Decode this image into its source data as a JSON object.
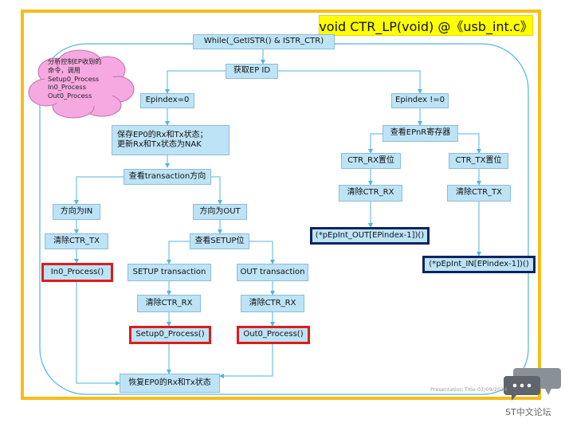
{
  "title": "void CTR_LP(void) @《usb_int.c》",
  "note": [
    "分析控制EP收到的",
    "命令，调用",
    "Setup0_Process",
    "In0_Process",
    "Out0_Process"
  ],
  "nodes": {
    "while": "While(_GetISTR() & ISTR_CTR)",
    "get_ep_id": "获取EP ID",
    "ep0": "Epindex=0",
    "epn": "Epindex !=0",
    "save_state_1": "保存EP0的Rx和Tx状态；",
    "save_state_2": "更新Rx和Tx状态为NAK",
    "check_direction": "查看transaction方向",
    "dir_in": "方向为IN",
    "dir_out": "方向为OUT",
    "clear_tx_in": "清除CTR_TX",
    "in0_process": "In0_Process()",
    "check_setup": "查看SETUP位",
    "setup_transaction": "SETUP transaction",
    "out_transaction": "OUT transaction",
    "clear_rx_setup": "清除CTR_RX",
    "clear_rx_out": "清除CTR_RX",
    "setup0_process": "Setup0_Process()",
    "out0_process": "Out0_Process()",
    "restore_state": "恢复EP0的Rx和Tx状态",
    "check_epnr": "查看EPnR寄存器",
    "ctr_rx_set": "CTR_RX置位",
    "ctr_tx_set": "CTR_TX置位",
    "clear_rx_n": "清除CTR_RX",
    "clear_tx_n": "清除CTR_TX",
    "out_callback": "(*pEpInt_OUT[EPindex-1])()",
    "in_callback": "(*pEpInt_IN[EPindex-1])()"
  },
  "footer": "Presentation Title    07/09/2014",
  "watermark": "ST中文论坛",
  "colors": {
    "frame": "#f5bd18",
    "box": "#bde3f6",
    "wire": "#4fb6e0",
    "highlight_red": "#e01b1b",
    "highlight_navy": "#0d2463",
    "title_bg": "#ffff00",
    "note_bg": "#f6a8e0"
  }
}
